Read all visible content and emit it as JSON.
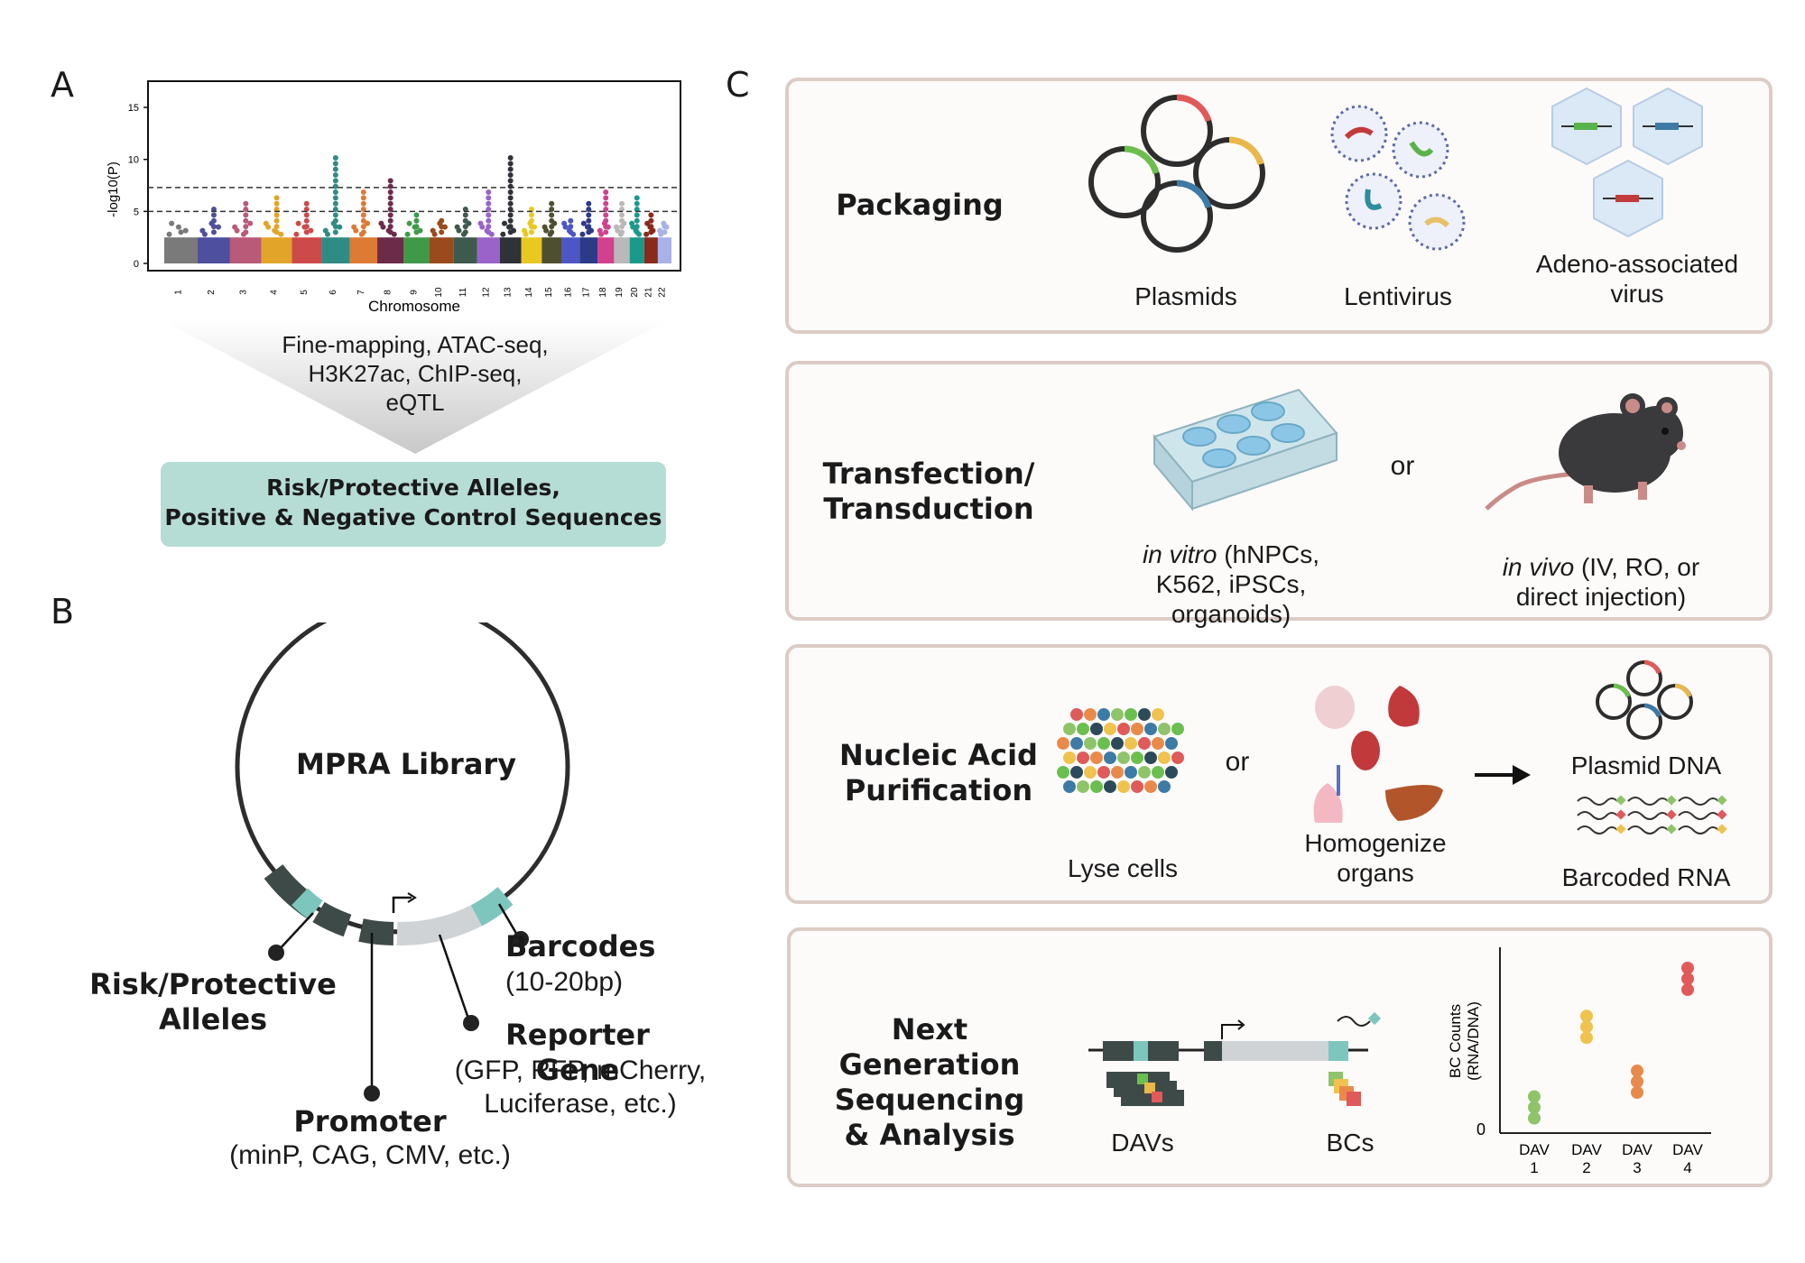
{
  "panels": {
    "a": "A",
    "b": "B",
    "c": "C"
  },
  "chart_data": {
    "type": "scatter",
    "ylabel": "-log10(P)",
    "xlabel": "Chromosome",
    "y_ticks": [
      "0",
      "5",
      "10",
      "15"
    ],
    "chromosomes": [
      "1",
      "2",
      "3",
      "4",
      "5",
      "6",
      "7",
      "8",
      "9",
      "10",
      "11",
      "12",
      "13",
      "14",
      "15",
      "16",
      "17",
      "18",
      "19",
      "20",
      "21",
      "22"
    ],
    "peaks": [
      3.5,
      5.3,
      6.1,
      6.7,
      6.1,
      10.2,
      6.9,
      8.3,
      5.0,
      4.6,
      5.4,
      7.0,
      10.3,
      5.5,
      6.0,
      4.5,
      5.8,
      7.2,
      5.9,
      6.6,
      5.1,
      3.8
    ],
    "thresholds": [
      7.3,
      5.0
    ],
    "ylim": [
      0,
      17
    ],
    "colors": [
      "#7a7a7a",
      "#4e4f9e",
      "#b85a78",
      "#e2a52a",
      "#cd4a4a",
      "#2f8c84",
      "#dd7a34",
      "#6d2b4a",
      "#3f9a48",
      "#9a4a1c",
      "#3e5a4d",
      "#9a63c9",
      "#2f3238",
      "#e9c822",
      "#4e4f2e",
      "#4c57c5",
      "#2d3a88",
      "#d2418e",
      "#b9b9b9",
      "#1a9a8c",
      "#8a2a1e",
      "#a9b2e8"
    ]
  },
  "a": {
    "methods": "Fine-mapping, ATAC-seq, H3K27ac, ChIP-seq, eQTL",
    "methods_lines": [
      "Fine-mapping, ATAC-seq,",
      "H3K27ac, ChIP-seq,",
      "eQTL"
    ],
    "result_lines": [
      "Risk/Protective Alleles,",
      "Positive & Negative Control Sequences"
    ]
  },
  "b": {
    "title": "MPRA Library",
    "barcodes": "Barcodes",
    "barcodes_sub": "(10-20bp)",
    "allele_lines": [
      "Risk/Protective",
      "Alleles"
    ],
    "reporter": "Reporter Gene",
    "reporter_lines": [
      "(GFP, RFP, mCherry,",
      "Luciferase, etc.)"
    ],
    "promoter": "Promoter",
    "promoter_sub": "(minP, CAG, CMV, etc.)"
  },
  "c": {
    "packaging": {
      "heading": "Packaging",
      "plasmids": "Plasmids",
      "lentivirus": "Lentivirus",
      "aav_lines": [
        "Adeno-associated",
        "virus"
      ]
    },
    "transfection": {
      "heading_lines": [
        "Transfection/",
        "Transduction"
      ],
      "or": "or",
      "in_vitro_em": "in vitro",
      "in_vitro_rest": " (hNPCs,",
      "in_vitro_lines": [
        "K562, iPSCs,",
        "organoids)"
      ],
      "in_vivo_em": "in vivo",
      "in_vivo_rest": " (IV, RO, or",
      "in_vivo_line2": "direct injection)"
    },
    "purification": {
      "heading_lines": [
        "Nucleic Acid",
        "Purification"
      ],
      "or": "or",
      "lyse": "Lyse cells",
      "homog_lines": [
        "Homogenize",
        "organs"
      ],
      "plasmid_dna": "Plasmid DNA",
      "barcoded_rna": "Barcoded RNA"
    },
    "ngs": {
      "heading_lines": [
        "Next Generation",
        "Sequencing",
        "& Analysis"
      ],
      "davs": "DAVs",
      "bcs": "BCs",
      "ylabel_lines": [
        "BC Counts",
        "(RNA/DNA)"
      ],
      "zero": "0",
      "dav_labels": [
        [
          "DAV",
          "1"
        ],
        [
          "DAV",
          "2"
        ],
        [
          "DAV",
          "3"
        ],
        [
          "DAV",
          "4"
        ]
      ],
      "dav_values": [
        0.15,
        0.62,
        0.3,
        0.9
      ],
      "dav_colors": [
        "#8fc46a",
        "#f0c24e",
        "#ea8a4a",
        "#e05a5a"
      ]
    }
  }
}
